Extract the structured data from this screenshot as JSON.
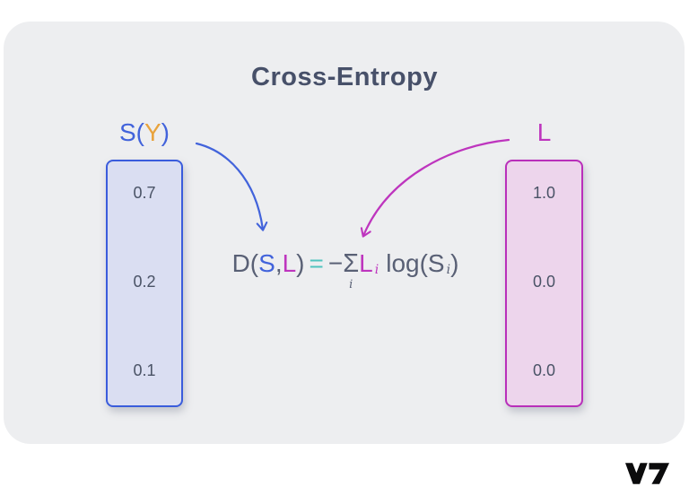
{
  "title": "Cross-Entropy",
  "left_column": {
    "label": {
      "open": "S(",
      "var": "Y",
      "close": ")"
    },
    "values": [
      "0.7",
      "0.2",
      "0.1"
    ]
  },
  "right_column": {
    "label": "L",
    "values": [
      "1.0",
      "0.0",
      "0.0"
    ]
  },
  "formula": {
    "d_open": "D(",
    "s": "S",
    "comma": ",",
    "l": "L",
    "close_paren": ")",
    "equals": "=",
    "minus": "−",
    "sigma": "Σ",
    "sigma_under": "i",
    "l_term": "L",
    "l_sub": "i",
    "log_open": "log(S",
    "log_sub": "i",
    "log_close": ")"
  },
  "logo_text": "V7",
  "colors": {
    "card_bg": "#EDEEF0",
    "slate_text": "#596075",
    "title_text": "#475069",
    "blue": "#4263DB",
    "amber": "#E8A33D",
    "magenta": "#BE35BE",
    "teal": "#50C4BE",
    "blue_column_fill": "#DADEF2",
    "blue_column_border": "#3A5CDC",
    "pink_column_fill": "#EDD5EC",
    "pink_column_border": "#B92FBA"
  }
}
